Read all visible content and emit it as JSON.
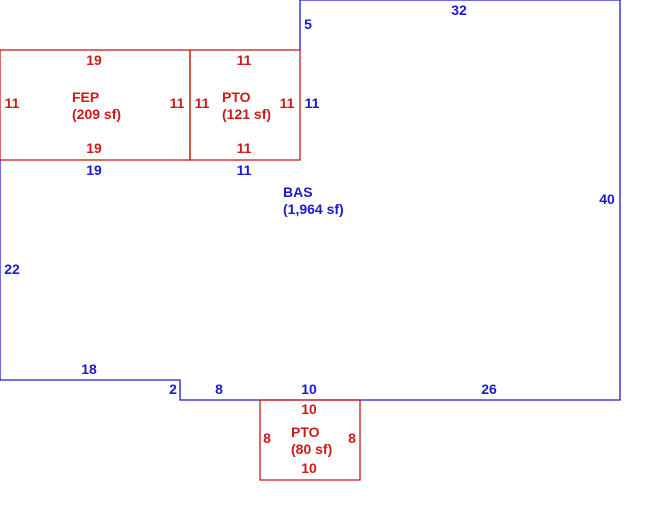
{
  "colors": {
    "base_outline": "#1a1acc",
    "addition_outline": "#cc1a1a"
  },
  "areas": {
    "bas": {
      "code": "BAS",
      "area": "(1,964 sf)"
    },
    "fep": {
      "code": "FEP",
      "area": "(209 sf)"
    },
    "pto_top": {
      "code": "PTO",
      "area": "(121 sf)"
    },
    "pto_bottom": {
      "code": "PTO",
      "area": "(80 sf)"
    }
  },
  "dimensions": {
    "bas": {
      "top": "32",
      "right": "40",
      "step_vertical": "5",
      "step_side": "11",
      "fep_bottom": "19",
      "pto_bottom": "11",
      "left": "22",
      "lower_left": "18",
      "notch": "2",
      "bottom_a": "8",
      "bottom_b": "10",
      "bottom_c": "26"
    },
    "fep": {
      "top": "19",
      "bottom": "19",
      "left": "11",
      "right": "11"
    },
    "pto_top": {
      "top": "11",
      "bottom": "11",
      "left": "11",
      "right": "11"
    },
    "pto_bottom": {
      "top": "10",
      "bottom": "10",
      "left": "8",
      "right": "8"
    }
  }
}
